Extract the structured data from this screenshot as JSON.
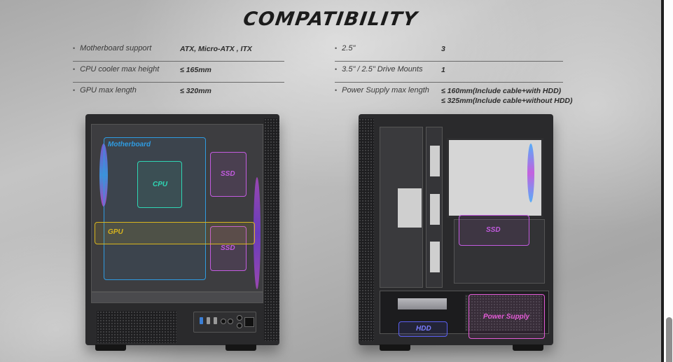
{
  "title": "COMPATIBILITY",
  "specs": {
    "left": [
      {
        "label": "Motherboard support",
        "value": "ATX, Micro-ATX , ITX"
      },
      {
        "label": "CPU cooler max height",
        "value": "≤ 165mm"
      },
      {
        "label": "GPU max length",
        "value": "≤ 320mm"
      }
    ],
    "right": [
      {
        "label": "2.5\"",
        "value": "3"
      },
      {
        "label": "3.5\" / 2.5\" Drive Mounts",
        "value": "1"
      },
      {
        "label": "Power Supply max length",
        "value": "≤ 160mm(Include cable+with HDD)",
        "value2": "≤ 325mm(Include cable+without HDD)"
      }
    ]
  },
  "front_view": {
    "zones": {
      "motherboard": {
        "label": "Motherboard",
        "color": "#2f9be0"
      },
      "cpu": {
        "label": "CPU",
        "color": "#2fd6b4"
      },
      "gpu": {
        "label": "GPU",
        "color": "#d8b51e"
      },
      "ssd_top": {
        "label": "SSD",
        "color": "#c35be0"
      },
      "ssd_bottom": {
        "label": "SSD",
        "color": "#c35be0"
      }
    }
  },
  "rear_view": {
    "zones": {
      "ssd": {
        "label": "SSD",
        "color": "#c35be0"
      },
      "hdd": {
        "label": "HDD",
        "color": "#5b5ff0"
      },
      "power_supply": {
        "label": "Power Supply",
        "color": "#e35bd6"
      }
    }
  },
  "colors": {
    "background": "#b8b8b8",
    "title": "#1b1b1b",
    "scroll_thumb": "#8e8e8e"
  }
}
